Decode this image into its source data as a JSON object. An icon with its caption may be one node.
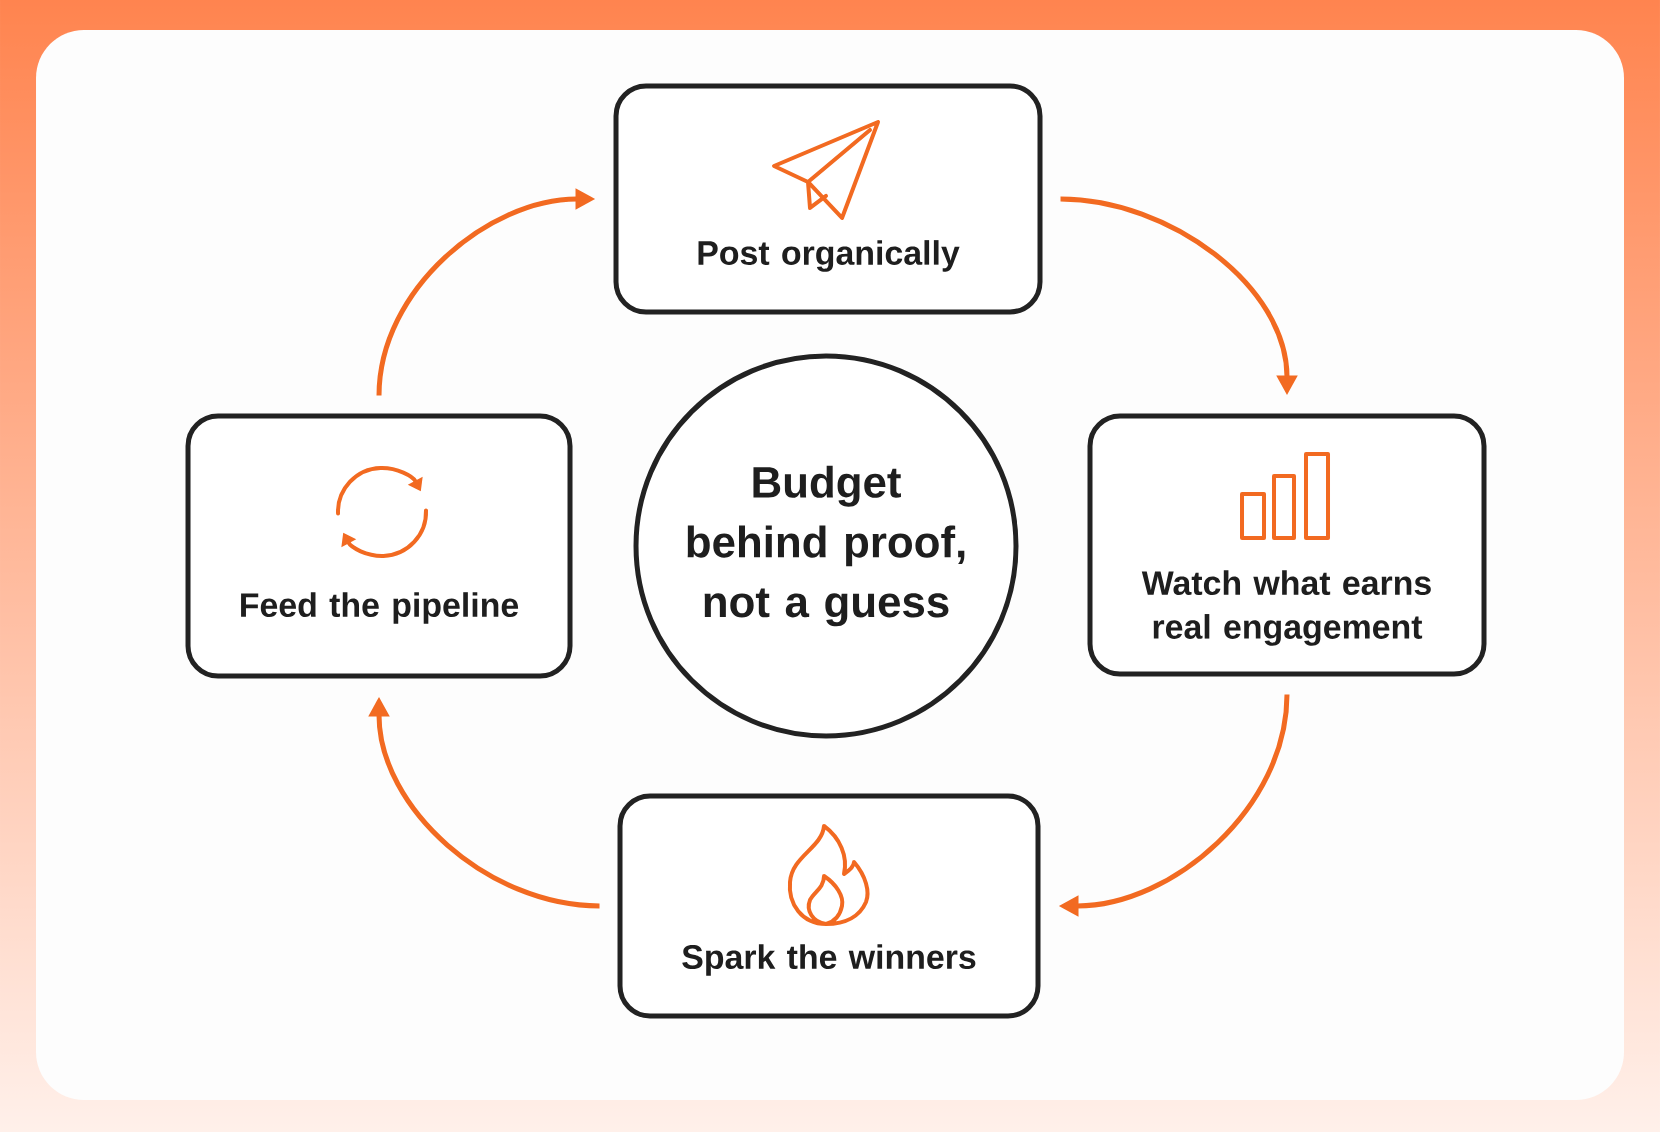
{
  "diagram": {
    "nodes": [
      {
        "text": [
          "Post organically"
        ]
      },
      {
        "text": [
          "Feed the pipeline"
        ]
      },
      {
        "text": [
          "Budget behind proof, not a guess"
        ]
      },
      {
        "text": [
          "Watch what earns real engagement"
        ]
      },
      {
        "text": [
          "Spark the winners"
        ]
      }
    ],
    "edges": [
      {
        "from": 0,
        "to": 3,
        "arrow": "to"
      },
      {
        "from": 3,
        "to": 4,
        "arrow": "to"
      },
      {
        "from": 4,
        "to": 1,
        "arrow": "to"
      },
      {
        "from": 1,
        "to": 0,
        "arrow": "to"
      }
    ]
  }
}
